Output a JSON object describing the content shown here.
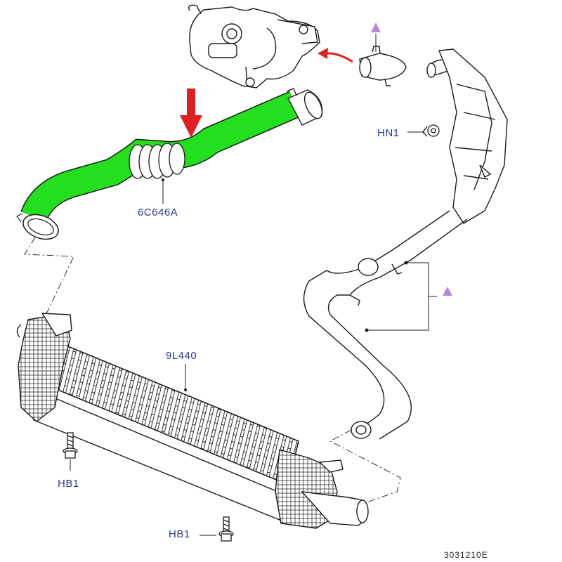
{
  "labels": {
    "hose_part": "6C646A",
    "intercooler_part": "9L440",
    "nut_part": "HN1",
    "bolt_part_left": "HB1",
    "bolt_part_bottom": "HB1",
    "figure_number": "3031210E"
  },
  "colors": {
    "highlight_hose": "#22e01e",
    "pointer_arrow": "#e02020",
    "marker_triangle": "#b48ad8",
    "label_text": "#2b3a8f",
    "line_art": "#1a1a1a"
  },
  "icons": {
    "pointer": "down-arrow-icon",
    "direction": "curved-arrow-icon",
    "marker": "triangle-marker-icon"
  }
}
